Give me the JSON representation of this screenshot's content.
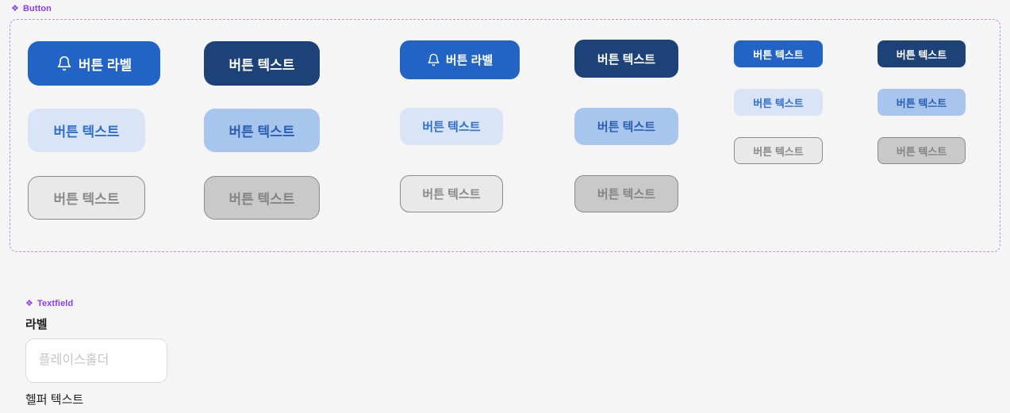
{
  "sections": {
    "button_label": "Button",
    "textfield_label": "Textfield",
    "component_icon": "❖"
  },
  "grid": [
    {
      "label": "버튼 라벨",
      "variant": "primary",
      "size": "xl",
      "icon": "bell"
    },
    {
      "label": "버튼 텍스트",
      "variant": "weak",
      "size": "xl"
    },
    {
      "label": "버튼 텍스트",
      "variant": "gray-light",
      "size": "xl"
    },
    {
      "label": "버튼 텍스트",
      "variant": "dark",
      "size": "xl"
    },
    {
      "label": "버튼 텍스트",
      "variant": "medium",
      "size": "xl"
    },
    {
      "label": "버튼 텍스트",
      "variant": "gray-dark",
      "size": "xl"
    },
    {
      "label": "버튼 라벨",
      "variant": "primary",
      "size": "md",
      "icon": "bell"
    },
    {
      "label": "버튼 텍스트",
      "variant": "weak",
      "size": "md"
    },
    {
      "label": "버튼 텍스트",
      "variant": "gray-light",
      "size": "md"
    },
    {
      "label": "버튼 텍스트",
      "variant": "dark",
      "size": "md"
    },
    {
      "label": "버튼 텍스트",
      "variant": "medium",
      "size": "md"
    },
    {
      "label": "버튼 텍스트",
      "variant": "gray-dark",
      "size": "md"
    },
    {
      "label": "버튼 텍스트",
      "variant": "primary",
      "size": "sm"
    },
    {
      "label": "버튼 텍스트",
      "variant": "weak",
      "size": "sm"
    },
    {
      "label": "버튼 텍스트",
      "variant": "gray-light",
      "size": "sm"
    },
    {
      "label": "버튼 텍스트",
      "variant": "dark",
      "size": "sm"
    },
    {
      "label": "버튼 텍스트",
      "variant": "medium",
      "size": "sm"
    },
    {
      "label": "버튼 텍스트",
      "variant": "gray-dark",
      "size": "sm"
    }
  ],
  "textfield": {
    "label": "라벨",
    "placeholder": "플레이스홀더",
    "helper": "헬퍼 텍스트",
    "value": ""
  },
  "colors": {
    "background": "#F5F5F5",
    "section_label": "#8B3DEE",
    "frame_border": "#BE8FF2",
    "primary_bg": "#2264C5",
    "primary_text": "#FFFFFF",
    "dark_bg": "#1D4278",
    "dark_text": "#FFFFFF",
    "weak_bg": "#D9E5F6",
    "weak_text": "#2F6FD0",
    "medium_bg": "#A8C5EE",
    "medium_text": "#2A5FB0",
    "graylight_bg": "#E9E9E9",
    "graylight_border": "#8A8A8A",
    "graylight_text": "#8A8A8A",
    "graydark_bg": "#C9C9C9",
    "graydark_border": "#8A8A8A",
    "graydark_text": "#848484",
    "input_border": "#DADADA",
    "placeholder": "#C5C5C5",
    "text_primary": "#1B1B1B"
  }
}
